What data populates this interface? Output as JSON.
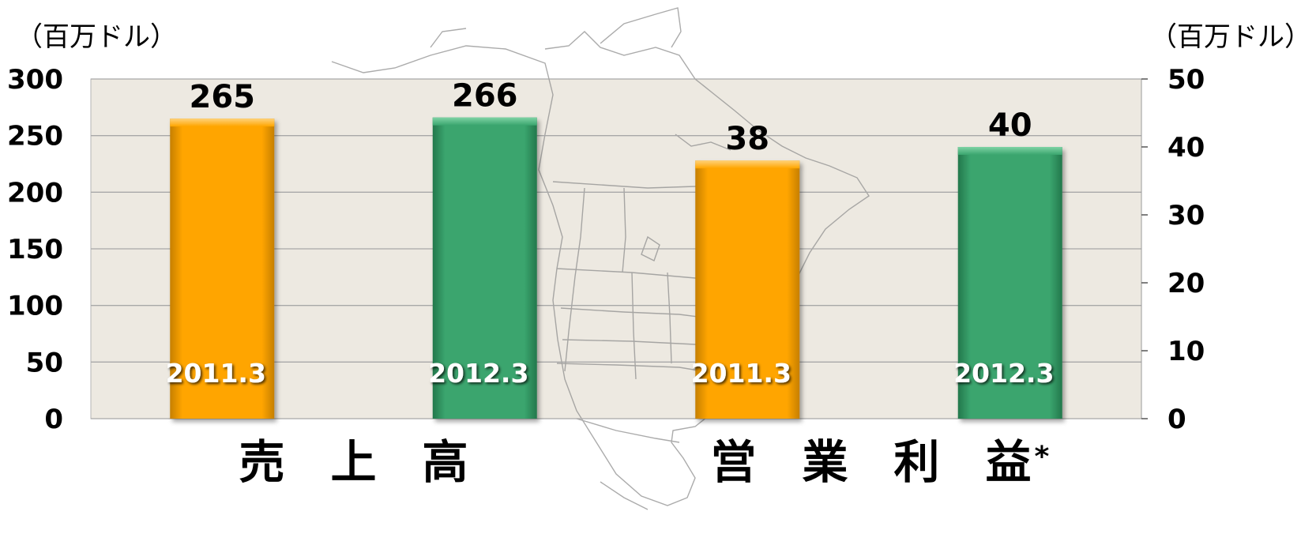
{
  "colors": {
    "orange": "#FFA500",
    "green": "#3AA56E",
    "plot_bg": "#EDE9E1",
    "grid": "#A8A8A8"
  },
  "chart_data": {
    "type": "bar",
    "left_unit": "（百万ドル）",
    "right_unit": "（百万ドル）",
    "left_axis": {
      "min": 0,
      "max": 300,
      "ticks": [
        "0",
        "50",
        "100",
        "150",
        "200",
        "250",
        "300"
      ]
    },
    "right_axis": {
      "min": 0,
      "max": 50,
      "ticks": [
        "0",
        "10",
        "20",
        "30",
        "40",
        "50"
      ]
    },
    "grid": true,
    "legend": "none",
    "groups": [
      {
        "label": "売　上　高",
        "suffix": "",
        "axis": "left",
        "bars": [
          {
            "category": "2011.3",
            "value": 265,
            "value_label": "265",
            "color": "orange"
          },
          {
            "category": "2012.3",
            "value": 266,
            "value_label": "266",
            "color": "green"
          }
        ]
      },
      {
        "label": "営　業　利　益",
        "suffix": "*",
        "axis": "right",
        "bars": [
          {
            "category": "2011.3",
            "value": 38,
            "value_label": "38",
            "color": "orange"
          },
          {
            "category": "2012.3",
            "value": 40,
            "value_label": "40",
            "color": "green"
          }
        ]
      }
    ]
  }
}
